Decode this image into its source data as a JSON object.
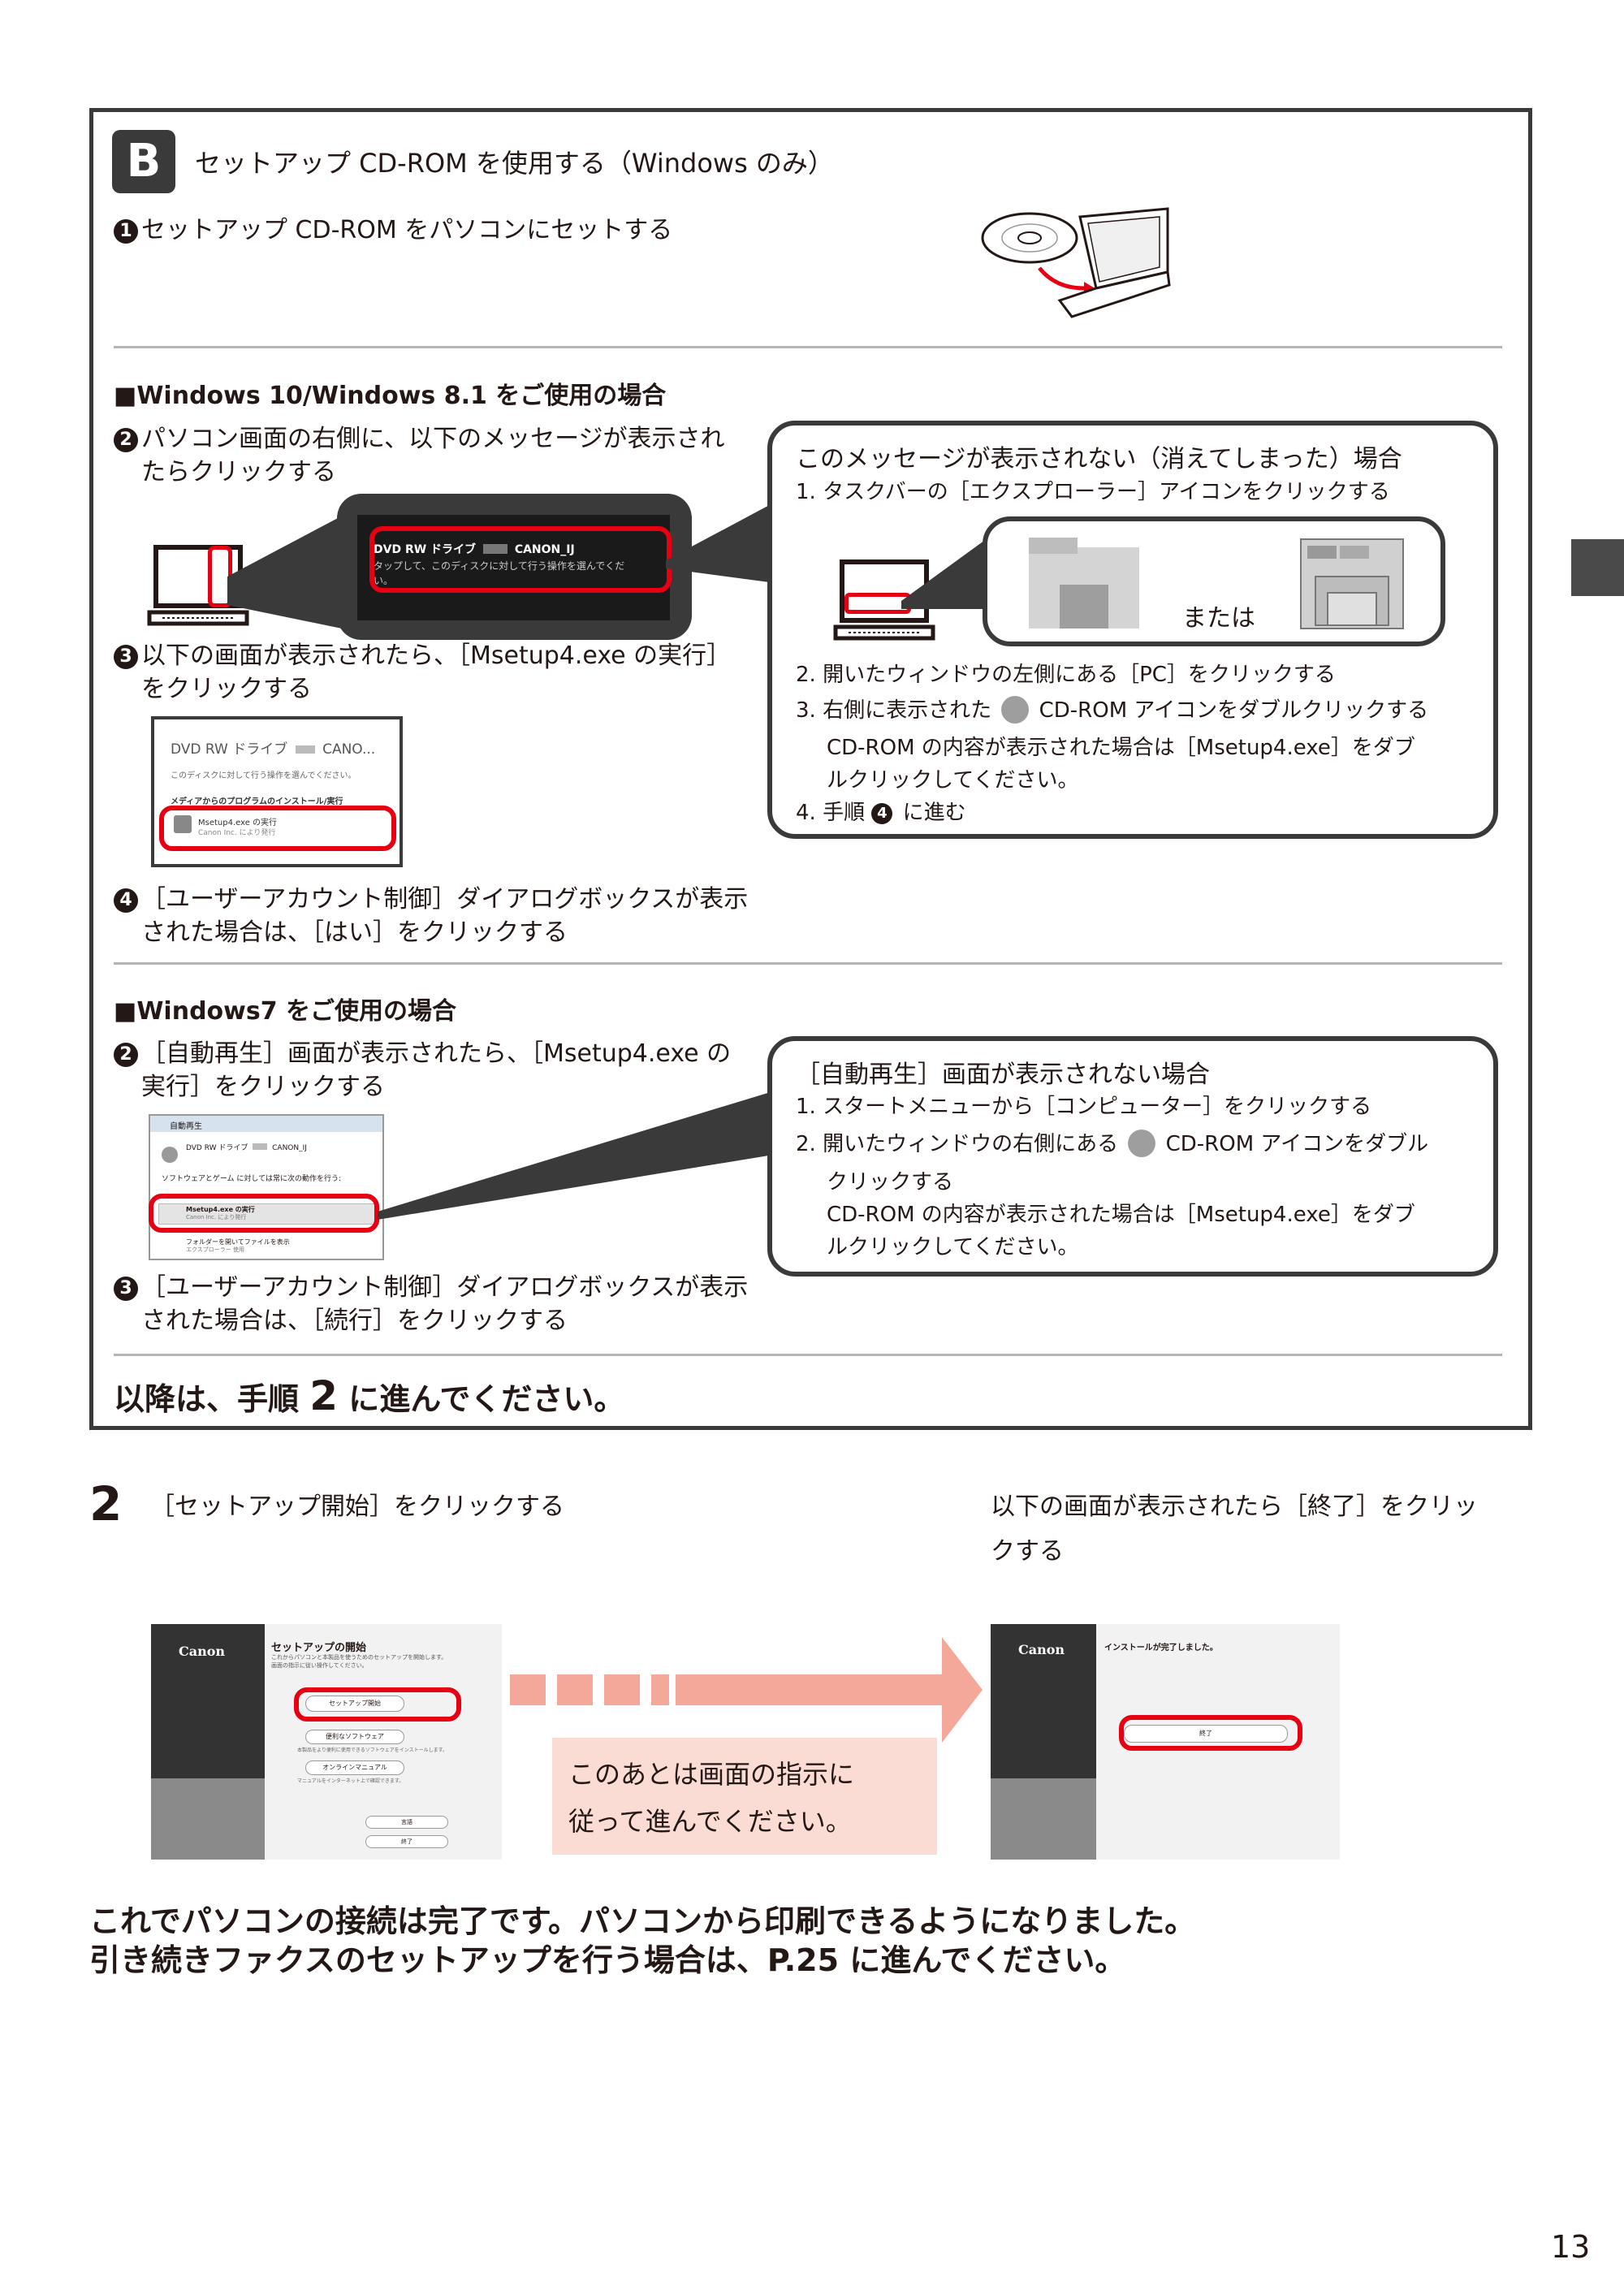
{
  "sectionB": {
    "badge": "B",
    "title": "セットアップ CD-ROM を使用する（Windows のみ）",
    "step1": {
      "num": "1",
      "text": "セットアップ CD-ROM をパソコンにセットする"
    }
  },
  "win10": {
    "heading": "■Windows 10/Windows 8.1 をご使用の場合",
    "step2": {
      "num": "2",
      "line1": "パソコン画面の右側に、以下のメッセージが表示され",
      "line2": "たらクリックする"
    },
    "toast": {
      "title": "DVD RW ドライブ",
      "drive": "CANON_IJ",
      "body": "タップして、このディスクに対して行う操作を選んでくだ",
      "body2": "い。"
    },
    "step3": {
      "num": "3",
      "line1": "以下の画面が表示されたら、［Msetup4.exe の実行］",
      "line2": "をクリックする"
    },
    "dialog": {
      "title": "DVD RW ドライブ",
      "drive": "CANO...",
      "line1": "このディスクに対して行う操作を選んでください。",
      "line2": "メディアからのプログラムのインストール/実行",
      "item1": "Msetup4.exe の実行",
      "item2": "Canon Inc. により発行"
    },
    "step4": {
      "num": "4",
      "line1": "［ユーザーアカウント制御］ダイアログボックスが表示",
      "line2": "された場合は、［はい］をクリックする"
    },
    "note": {
      "title": "このメッセージが表示されない（消えてしまった）場合",
      "l1": "1. タスクバーの［エクスプローラー］アイコンをクリックする",
      "or": "または",
      "l2": "2. 開いたウィンドウの左側にある［PC］をクリックする",
      "l3a": "3. 右側に表示された",
      "l3b": "CD-ROM アイコンをダブルクリックする",
      "l3c": "CD-ROM の内容が表示された場合は［Msetup4.exe］をダブ",
      "l3d": "ルクリックしてください。",
      "l4a": "4. 手順",
      "l4num": "4",
      "l4b": "に進む"
    }
  },
  "win7": {
    "heading": "■Windows7 をご使用の場合",
    "step2": {
      "num": "2",
      "line1": "［自動再生］画面が表示されたら、［Msetup4.exe の",
      "line2": "実行］をクリックする"
    },
    "dialog": {
      "title": "自動再生",
      "drive": "DVD RW ドライブ",
      "driveName": "CANON_IJ",
      "check": "ソフトウェアとゲーム に対しては常に次の動作を行う:",
      "item1": "Msetup4.exe の実行",
      "item2": "Canon Inc. により発行",
      "folder1": "フォルダーを開いてファイルを表示",
      "folder2": "エクスプローラー 使用"
    },
    "step3": {
      "num": "3",
      "line1": "［ユーザーアカウント制御］ダイアログボックスが表示",
      "line2": "された場合は、［続行］をクリックする"
    },
    "note": {
      "title": "［自動再生］画面が表示されない場合",
      "l1": "1. スタートメニューから［コンピューター］をクリックする",
      "l2a": "2. 開いたウィンドウの右側にある",
      "l2b": "CD-ROM アイコンをダブル",
      "l2c": "クリックする",
      "l2d": "CD-ROM の内容が表示された場合は［Msetup4.exe］をダブ",
      "l2e": "ルクリックしてください。"
    }
  },
  "after": {
    "pre": "以降は、手順",
    "num": "2",
    "post": "に進んでください。"
  },
  "step2main": {
    "num": "2",
    "text": "［セットアップ開始］をクリックする",
    "right1": "以下の画面が表示されたら［終了］をクリッ",
    "right2": "クする",
    "screen1": {
      "logo": "Canon",
      "title": "セットアップの開始",
      "sub1": "これからパソコンと本製品を使うためのセットアップを開始します。",
      "sub2": "画面の指示に従い操作してください。",
      "btn1": "セットアップ開始",
      "btn2": "便利なソフトウェア",
      "btn2sub": "本製品をより便利に使用できるソフトウェアをインストールします。",
      "btn3": "オンラインマニュアル",
      "btn3sub": "マニュアルをインターネット上で確認できます。",
      "btn4": "言語",
      "btn5": "終了"
    },
    "screen2": {
      "logo": "Canon",
      "title": "インストールが完了しました。",
      "btn": "終了"
    },
    "callout1": "このあとは画面の指示に",
    "callout2": "従って進んでください。"
  },
  "conclusion": {
    "line1": "これでパソコンの接続は完了です。パソコンから印刷できるようになりました。",
    "line2": "引き続きファクスのセットアップを行う場合は、P.25 に進んでください。"
  },
  "pageNumber": "13",
  "colors": {
    "accent": "#e60012",
    "dark": "#3a3a3a",
    "pink": "#fadcd4",
    "arrow": "#f4a89a"
  }
}
